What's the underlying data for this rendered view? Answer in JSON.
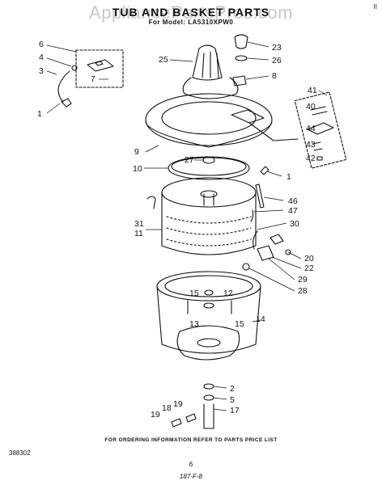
{
  "header": {
    "title": "TUB AND BASKET PARTS",
    "model_line": "For Model: LA5310XPW0",
    "watermark": "AppliancePartsPros.com",
    "corner_mark": "II"
  },
  "footer": {
    "note": "FOR ORDERING INFORMATION REFER TO PARTS PRICE LIST",
    "doc_number": "388302",
    "page_number": "6",
    "handwritten": "187-F-8"
  },
  "callouts": [
    "6",
    "4",
    "3",
    "7",
    "1",
    "23",
    "25",
    "26",
    "8",
    "41",
    "40",
    "44",
    "43",
    "42",
    "9",
    "10",
    "27",
    "1",
    "46",
    "47",
    "31",
    "11",
    "30",
    "20",
    "22",
    "29",
    "28",
    "15",
    "12",
    "13",
    "15",
    "14",
    "2",
    "5",
    "17",
    "18",
    "19",
    "19"
  ],
  "colors": {
    "ink": "#111111",
    "paper": "#ffffff",
    "watermark": "#bdbdbd"
  }
}
